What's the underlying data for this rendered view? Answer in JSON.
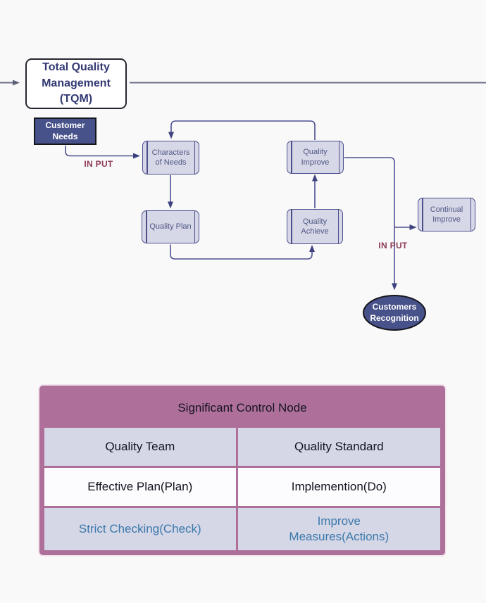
{
  "flowchart": {
    "tqm_box": {
      "label": "Total Quality\nManagement\n(TQM)"
    },
    "customer_needs_box": {
      "label": "Customer\nNeeds"
    },
    "process_boxes": [
      {
        "label": "Characters\nof Needs"
      },
      {
        "label": "Quality Plan"
      },
      {
        "label": "Quality\nImprove"
      },
      {
        "label": "Quality\nAchieve"
      },
      {
        "label": "Continual\nImprove"
      }
    ],
    "customers_recognition_ellipse": {
      "label": "Customers\nRecognition"
    },
    "labels": {
      "input_1": "IN PUT",
      "input_2": "IN PUT"
    },
    "colors": {
      "connector": "#4c508e",
      "tqm_line": "#6a6f85",
      "dark_node_fill": "#47518a",
      "process_fill": "#d7d8e7",
      "process_border": "#4b4f8c",
      "input_text": "#8d3a56"
    }
  },
  "table": {
    "title": "Significant Control Node",
    "rows": [
      {
        "cells": [
          "Quality Team",
          "Quality Standard"
        ]
      },
      {
        "cells": [
          "Effective Plan(Plan)",
          "Implemention(Do)"
        ]
      },
      {
        "cells": [
          "Strict Checking(Check)",
          "Improve\nMeasures(Actions)"
        ]
      }
    ],
    "colors": {
      "frame": "#ae6f9b",
      "lavender_row": "#d5d6e6",
      "white_row": "#fcfbfd",
      "action_text": "#3b79ab"
    }
  }
}
